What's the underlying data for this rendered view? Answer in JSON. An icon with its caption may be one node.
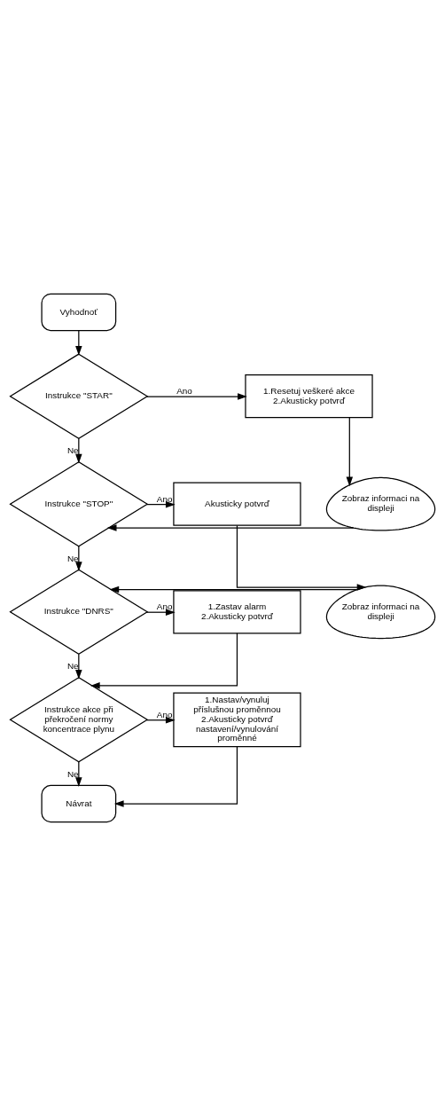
{
  "diagram": {
    "nodes": [
      {
        "text": [
          "Vyhodnoť"
        ]
      },
      {
        "text": [
          "Instrukce \"STAR\""
        ]
      },
      {
        "text": [
          "1.Resetuj veškeré akce 2.Akusticky potvrď"
        ]
      },
      {
        "text": [
          "Zobraz informaci na displeji"
        ]
      },
      {
        "text": [
          "Instrukce \"STOP\""
        ]
      },
      {
        "text": [
          "Akusticky potvrď"
        ]
      },
      {
        "text": [
          "Zobraz informaci na displeji"
        ]
      },
      {
        "text": [
          "Instrukce \"DNRS\""
        ]
      },
      {
        "text": [
          "1.Zastav alarm 2.Akusticky potvrď"
        ]
      },
      {
        "text": [
          "Instrukce akce při překročení normy koncentrace plynu"
        ]
      },
      {
        "text": [
          "1.Nastav/vynuluj příslušnou proměnnou 2.Akusticky potvrď nastavení/vynulování proměnné"
        ]
      },
      {
        "text": [
          "Návrat"
        ]
      }
    ],
    "edges": [
      {
        "from": 0,
        "to": 1,
        "arrow": "to"
      },
      {
        "from": 1,
        "to": 2,
        "arrow": "to",
        "label": "Ano"
      },
      {
        "from": 2,
        "to": 3,
        "arrow": "to"
      },
      {
        "from": 3,
        "to": 4,
        "arrow": "to"
      },
      {
        "from": 1,
        "to": 4,
        "arrow": "to",
        "label": "Ne"
      },
      {
        "from": 4,
        "to": 5,
        "arrow": "to",
        "label": "Ano"
      },
      {
        "from": 5,
        "to": 6,
        "arrow": "to"
      },
      {
        "from": 6,
        "to": 7,
        "arrow": "to"
      },
      {
        "from": 4,
        "to": 7,
        "arrow": "to",
        "label": "Ne"
      },
      {
        "from": 7,
        "to": 8,
        "arrow": "to",
        "label": "Ano"
      },
      {
        "from": 8,
        "to": 9,
        "arrow": "to"
      },
      {
        "from": 7,
        "to": 9,
        "arrow": "to",
        "label": "Ne"
      },
      {
        "from": 9,
        "to": 10,
        "arrow": "to",
        "label": "Ano"
      },
      {
        "from": 10,
        "to": 11,
        "arrow": "to"
      },
      {
        "from": 9,
        "to": 11,
        "arrow": "to",
        "label": "Ne"
      }
    ]
  }
}
